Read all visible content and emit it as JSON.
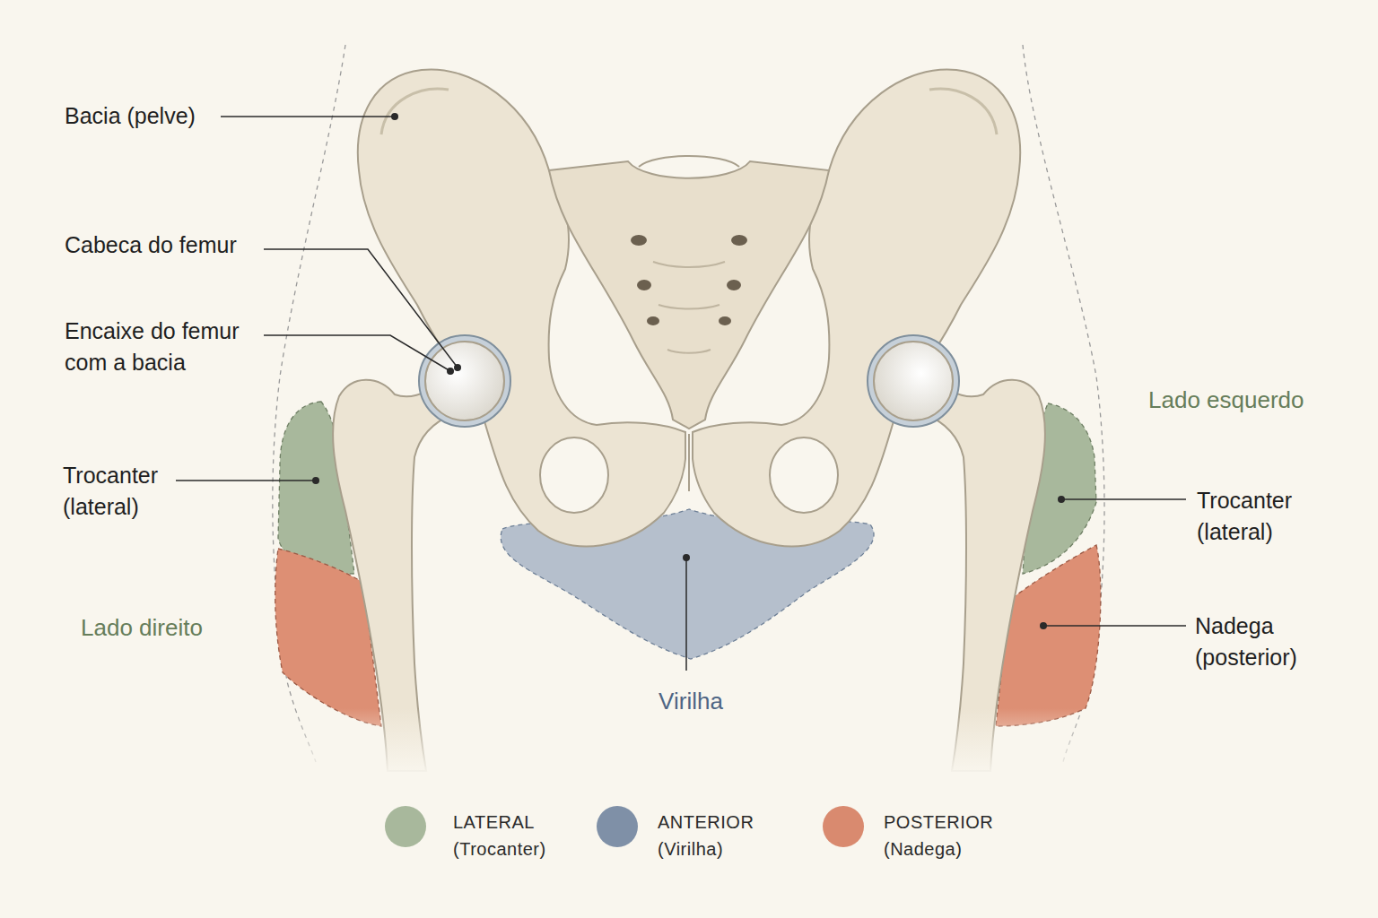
{
  "diagram": {
    "labels": [
      "Bacia (pelve)",
      "Cabeca do femur",
      "Encaixe do femur com a bacia",
      "Trocanter (lateral)",
      "Lado direito",
      "Virilha",
      "Lado esquerdo",
      "Trocanter (lateral)",
      "Nadega (posterior)"
    ],
    "legend": [
      {
        "text": "LATERAL (Trocanter)",
        "color": "#a8b89c"
      },
      {
        "text": "ANTERIOR (Virilha)",
        "color": "#7f90a7"
      },
      {
        "text": "POSTERIOR (Nadega)",
        "color": "#d98a6f"
      }
    ]
  }
}
